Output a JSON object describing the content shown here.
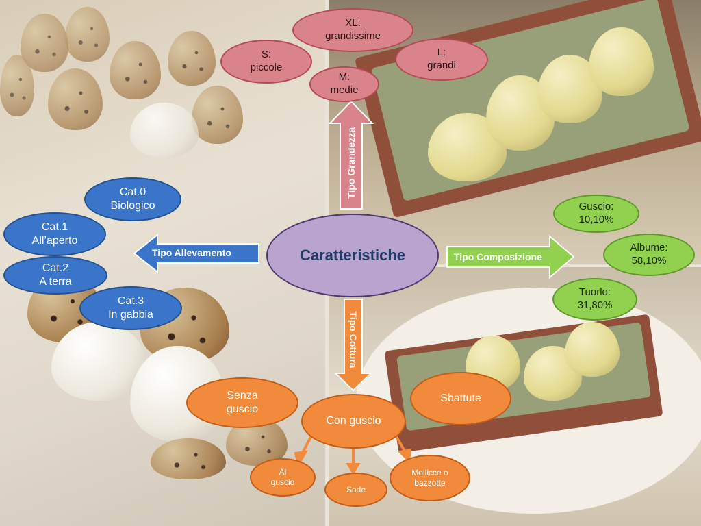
{
  "center": "Caratteristiche",
  "branches": {
    "grandezza": {
      "label": "Tipo Grandezza"
    },
    "allevamento": {
      "label": "Tipo Allevamento"
    },
    "composizione": {
      "label": "Tipo Composizione"
    },
    "cottura": {
      "label": "Tipo Cottura"
    }
  },
  "size_nodes": {
    "xl": "XL:\ngrandissime",
    "s": "S:\npiccole",
    "l": "L:\ngrandi",
    "m": "M:\nmedie"
  },
  "breeding_nodes": {
    "cat0": "Cat.0\nBiologico",
    "cat1": "Cat.1\nAll’aperto",
    "cat2": "Cat.2\nA terra",
    "cat3": "Cat.3\nIn gabbia"
  },
  "composition_nodes": {
    "guscio": "Guscio:\n10,10%",
    "albume": "Albume:\n58,10%",
    "tuorlo": "Tuorlo:\n31,80%"
  },
  "cooking_nodes": {
    "senza_guscio": "Senza\nguscio",
    "sbattute": "Sbattute",
    "con_guscio": "Con guscio",
    "al_guscio": "Al\nguscio",
    "sode": "Sode",
    "mollicce": "Mollicce o\nbazzotte"
  },
  "colors": {
    "size": "#d9848b",
    "breeding": "#3b75c9",
    "composition": "#92d050",
    "cooking": "#f28a3c",
    "center": "#b9a4d0"
  }
}
